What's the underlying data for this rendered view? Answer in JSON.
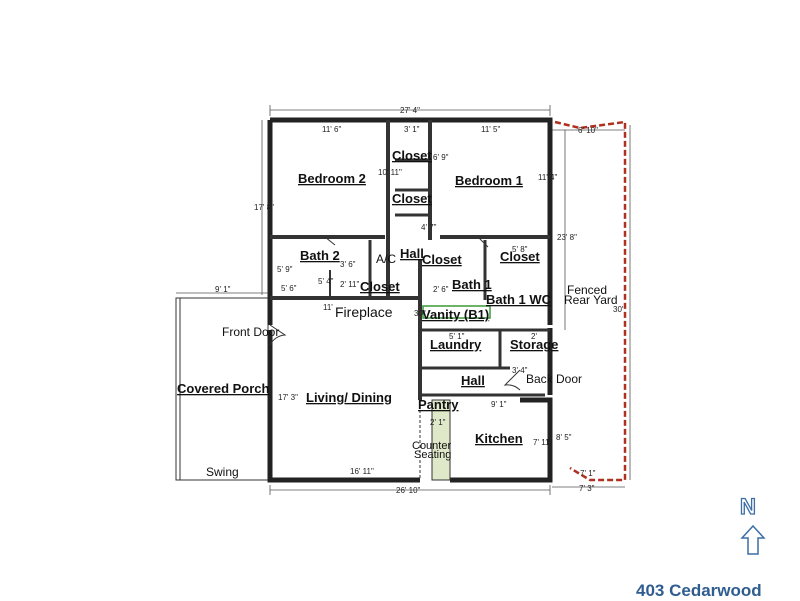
{
  "rooms": {
    "bedroom2": "Bedroom 2",
    "bedroom1": "Bedroom 1",
    "closet_top": "Closet",
    "closet_mid": "Closet",
    "hall_top": "Hall",
    "closet_hall": "Closet",
    "closet_b1": "Closet",
    "bath2": "Bath 2",
    "ac": "A/C",
    "closet_bath2": "Closet",
    "bath1": "Bath 1",
    "bath1wc": "Bath 1 WC",
    "vanity": "Vanity (B1)",
    "laundry": "Laundry",
    "storage": "Storage",
    "hall_mid": "Hall",
    "living": "Living/ Dining",
    "pantry": "Pantry",
    "kitchen": "Kitchen",
    "covered_porch": "Covered Porch"
  },
  "labels": {
    "fireplace": "Fireplace",
    "front_door": "Front Door",
    "back_door": "Back Door",
    "swing": "Swing",
    "fenced_1": "Fenced",
    "fenced_2": "Rear Yard",
    "counter_1": "Counter",
    "counter_2": "Seating"
  },
  "dimensions": {
    "overall_top": "27' 4\"",
    "bed2_width": "11' 6\"",
    "closet_width": "3' 1\"",
    "bed1_width": "11' 5\"",
    "yard_top": "6' 10\"",
    "left_depth": "17' 8\"",
    "bed2_depth": "10' 11\"",
    "bed1_closet": "6' 9\"",
    "bed1_depth": "11' 4\"",
    "right_depth": "23' 8\"",
    "hall_4_7": "4' 7\"",
    "bath2_depth": "5' 9\"",
    "bath2_3_6": "3' 6\"",
    "bath2_5_6": "5' 6\"",
    "closet_2_11": "2' 11\"",
    "closet_5_4": "5' 4\"",
    "b1_closet": "5' 8\"",
    "bath1_2_6": "2' 6\"",
    "porch_width": "9' 1\"",
    "living_width_top": "11'",
    "living_depth": "17' 3\"",
    "laundry_5_1": "5' 1\"",
    "storage_2": "2'",
    "hall_3_4": "3' 4\"",
    "kitchen_width": "9' 1\"",
    "kitchen_depth": "7' 11\"",
    "kitchen_8_5": "8' 5\"",
    "pantry_2_1": "2' 1\"",
    "living_width_bottom": "16' 11\"",
    "yard_bottom": "7' 1\"",
    "overall_bottom": "26' 10\"",
    "yard_bottom2": "7' 3\"",
    "yard_depth": "30'",
    "vanity_30": "30\""
  },
  "north": "N",
  "address": "403 Cedarwood",
  "colors": {
    "fence": "#b03020",
    "address": "#2f5d8f",
    "vanity": "#3a9a3a"
  }
}
